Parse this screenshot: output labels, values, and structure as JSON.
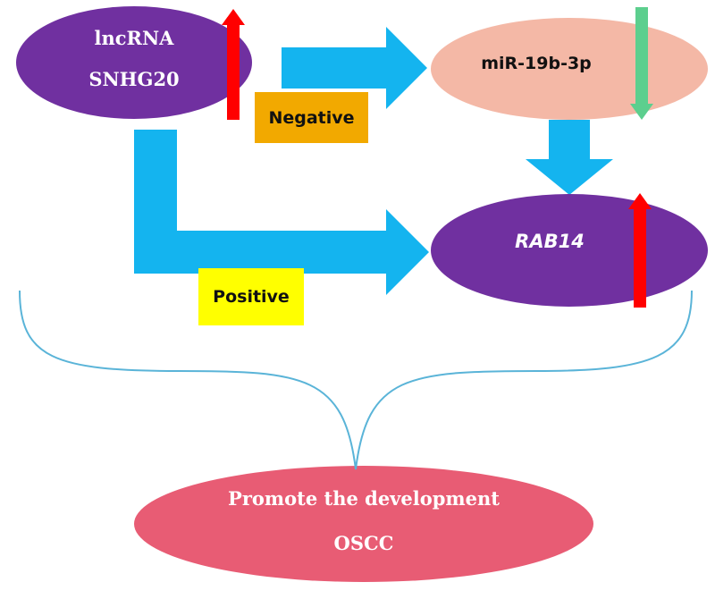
{
  "nodes": {
    "lncrna": {
      "line1": "lncRNA",
      "line2": "SNHG20",
      "fill": "#7030a0",
      "text_color": "#ffffff"
    },
    "mirna": {
      "label": "miR-19b-3p",
      "fill": "#f4b8a6",
      "text_color": "#111111"
    },
    "rab14": {
      "label": "RAB14",
      "fill": "#7030a0",
      "text_color": "#ffffff"
    },
    "oscc": {
      "line1": "Promote the development",
      "line2": "OSCC",
      "fill": "#e85c74",
      "text_color": "#ffffff"
    }
  },
  "edges": {
    "negative": {
      "label": "Negative",
      "fill": "#f2a900"
    },
    "positive": {
      "label": "Positive",
      "fill": "#ffff00"
    }
  },
  "colors": {
    "arrow_blue": "#14b4ef",
    "up_red": "#ff0000",
    "down_green": "#5ccf8e",
    "brace": "#5ab4d8"
  }
}
